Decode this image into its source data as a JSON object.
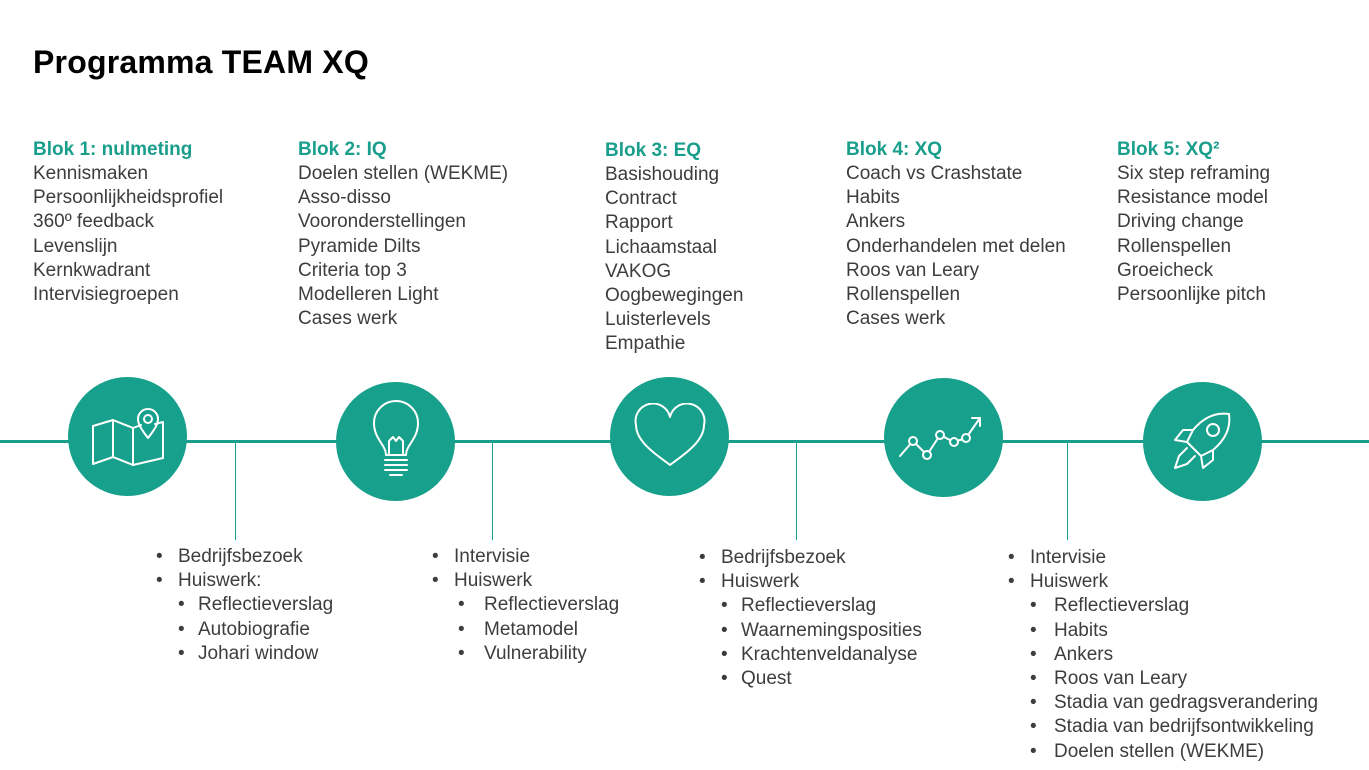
{
  "title": "Programma TEAM XQ",
  "colors": {
    "accent": "#1a9e8c",
    "text": "#3d3d3d",
    "title": "#000000"
  },
  "blocks": [
    {
      "heading": "Blok 1: nulmeting",
      "icon": "map-pin-icon",
      "topics": [
        "Kennismaken",
        "Persoonlijkheidsprofiel",
        "360º feedback",
        "Levenslijn",
        "Kernkwadrant",
        "Intervisiegroepen"
      ],
      "homework": [
        {
          "label": "Bedrijfsbezoek",
          "sub": []
        },
        {
          "label": "Huiswerk:",
          "sub": [
            "Reflectieverslag",
            "Autobiografie",
            "Johari window"
          ]
        }
      ]
    },
    {
      "heading": "Blok 2: IQ",
      "icon": "lightbulb-icon",
      "topics": [
        "Doelen stellen (WEKME)",
        "Asso-disso",
        "Vooronderstellingen",
        "Pyramide Dilts",
        "Criteria top 3",
        "Modelleren Light",
        "Cases werk"
      ],
      "homework": [
        {
          "label": "Intervisie",
          "sub": []
        },
        {
          "label": "Huiswerk",
          "sub": [
            "Reflectieverslag",
            "Metamodel",
            "Vulnerability"
          ]
        }
      ]
    },
    {
      "heading": "Blok 3: EQ",
      "icon": "heart-icon",
      "topics": [
        "Basishouding",
        "Contract",
        "Rapport",
        "Lichaamstaal",
        "VAKOG",
        "Oogbewegingen",
        "Luisterlevels",
        "Empathie"
      ],
      "homework": [
        {
          "label": "Bedrijfsbezoek",
          "sub": []
        },
        {
          "label": "Huiswerk",
          "sub": [
            "Reflectieverslag",
            "Waarnemingsposities",
            "Krachtenveldanalyse",
            "Quest"
          ]
        }
      ]
    },
    {
      "heading": "Blok 4: XQ",
      "icon": "trend-chart-icon",
      "topics": [
        "Coach vs Crashstate",
        "Habits",
        "Ankers",
        "Onderhandelen met delen",
        "Roos van Leary",
        "Rollenspellen",
        "Cases werk"
      ],
      "homework": [
        {
          "label": "Intervisie",
          "sub": []
        },
        {
          "label": "Huiswerk",
          "sub": [
            "Reflectieverslag",
            "Habits",
            "Ankers",
            "Roos van Leary",
            "Stadia van gedragsverandering",
            "Stadia van bedrijfsontwikkeling",
            "Doelen stellen (WEKME)"
          ]
        }
      ]
    },
    {
      "heading": "Blok 5: XQ²",
      "icon": "rocket-icon",
      "topics": [
        "Six step reframing",
        "Resistance model",
        "Driving change",
        "Rollenspellen",
        "Groeicheck",
        "Persoonlijke pitch"
      ],
      "homework": []
    }
  ]
}
